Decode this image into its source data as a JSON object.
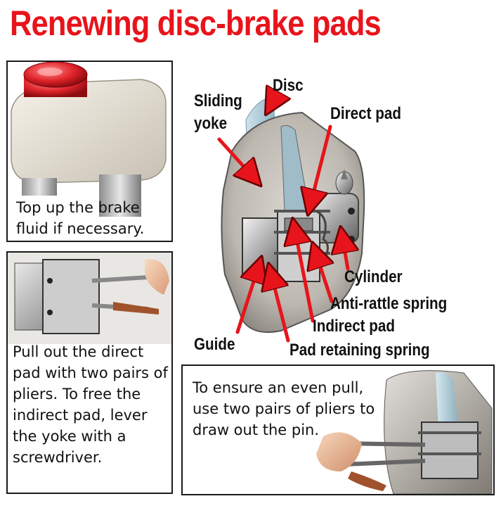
{
  "title": "Renewing disc-brake pads",
  "panels": {
    "top_left_caption": "Top up the brake fluid if necessary.",
    "middle_left_caption": "Pull out the direct pad with two pairs of pliers. To free the indirect pad, lever the yoke with a screwdriver.",
    "bottom_right_caption": "To ensure an even pull, use two pairs of pliers to draw out the pin."
  },
  "labels": {
    "disc": "Disc",
    "sliding_yoke": "Sliding yoke",
    "direct_pad": "Direct pad",
    "cylinder": "Cylinder",
    "anti_rattle_spring": "Anti-rattle spring",
    "indirect_pad": "Indirect pad",
    "guide": "Guide",
    "pad_retaining_spring": "Pad retaining spring"
  },
  "colors": {
    "title": "#e8141b",
    "arrow": "#e8141b",
    "outline": "#1a1a1a"
  }
}
